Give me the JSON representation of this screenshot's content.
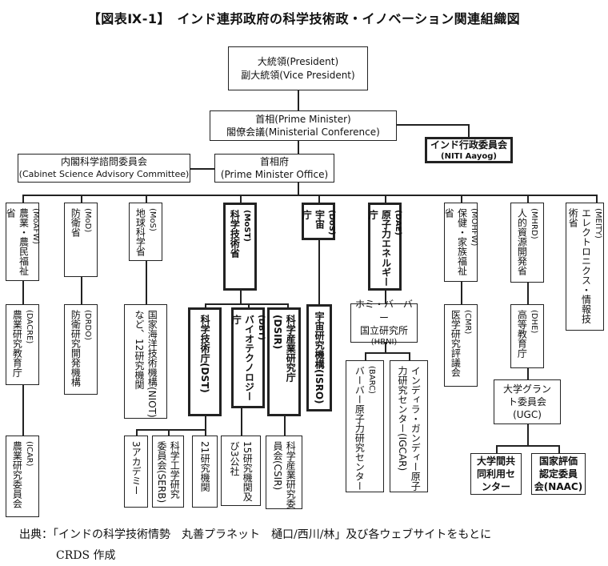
{
  "title": "【図表Ⅸ-1】　インド連邦政府の科学技術政・イノベーション関連組織図",
  "president": {
    "l1": "大統領(President)",
    "l2": "副大統領(Vice President)"
  },
  "pm": {
    "l1": "首相(Prime Minister)",
    "l2": "閣僚会議(Ministerial Conference)"
  },
  "niti": {
    "l1": "インド行政委員会",
    "l2": "(NITI Aayog)"
  },
  "sac": {
    "l1": "内閣科学諮問委員会",
    "l2": "(Cabinet Science Advisory Committee)"
  },
  "pmo": {
    "l1": "首相府",
    "l2": "(Prime Minister Office)"
  },
  "ministries": [
    {
      "name": "農業・農民福祉省",
      "abbr": "(MoAFW)"
    },
    {
      "name": "防衛省",
      "abbr": "(MoD)"
    },
    {
      "name": "地球科学省",
      "abbr": "(MoS)"
    },
    {
      "name": "科学技術省",
      "abbr": "(MoST)"
    },
    {
      "name": "宇宙庁",
      "abbr": "(DoS)"
    },
    {
      "name": "原子力エネルギー庁",
      "abbr": "(DAE)"
    },
    {
      "name": "保健・家族福祉省",
      "abbr": "(MOHFW)"
    },
    {
      "name": "人的資源開発省",
      "abbr": "(MHRD)"
    },
    {
      "name": "エレクトロニクス・情報技術省",
      "abbr": "(MEITY)"
    }
  ],
  "level2": {
    "dacre": {
      "name": "農業研究教育庁",
      "abbr": "(DACRE)"
    },
    "drdo": {
      "name": "防衛研究開発機構",
      "abbr": "(DRDO)"
    },
    "niot": {
      "name": "国家海洋技術機構(NIOT)など、12研究機関"
    },
    "dst": {
      "name": "科学技術庁(DST)"
    },
    "dbt": {
      "name": "バイオテクノロジー庁",
      "abbr": "(DBT)"
    },
    "dsir": {
      "name": "科学産業研究庁(DSIR)"
    },
    "isro": {
      "name": "宇宙研究機構(ISRO)"
    },
    "hbni": {
      "l1": "ホミ・バーバー",
      "l2": "国立研究所",
      "l3": "(HBNI)"
    },
    "cmr": {
      "name": "医学研究評議会",
      "abbr": "(CMR)"
    },
    "dhe": {
      "name": "高等教育庁",
      "abbr": "(DHE)"
    }
  },
  "level3": {
    "icar": {
      "name": "農業研究委員会",
      "abbr": "(ICAR)"
    },
    "academy": {
      "name": "3アカデミー"
    },
    "serb": {
      "name": "科学工学研究委員会(SERB)"
    },
    "dst21": {
      "name": "21研究機関"
    },
    "dbt15": {
      "name": "15研究機関及び3公社"
    },
    "csir": {
      "name": "科学産業研究委員会(CSIR)"
    },
    "barc": {
      "name": "バーバー原子力研究センター",
      "abbr": "(BARC)"
    },
    "igcar": {
      "name": "インディラ・ガンディー原子力研究センター(IGCAR)"
    },
    "ugc": {
      "l1": "大学グラン",
      "l2": "ト委員会",
      "l3": "(UGC)"
    },
    "iuc": {
      "l1": "大学間共",
      "l2": "同利用セ",
      "l3": "ンター"
    },
    "naac": {
      "l1": "国家評価",
      "l2": "認定委員",
      "l3": "会(NAAC)"
    }
  },
  "source": {
    "l1": "出典：「インドの科学技術情勢　丸善プラネット　樋口/西川/林」及び各ウェブサイトをもとに",
    "l2": "CRDS 作成"
  }
}
